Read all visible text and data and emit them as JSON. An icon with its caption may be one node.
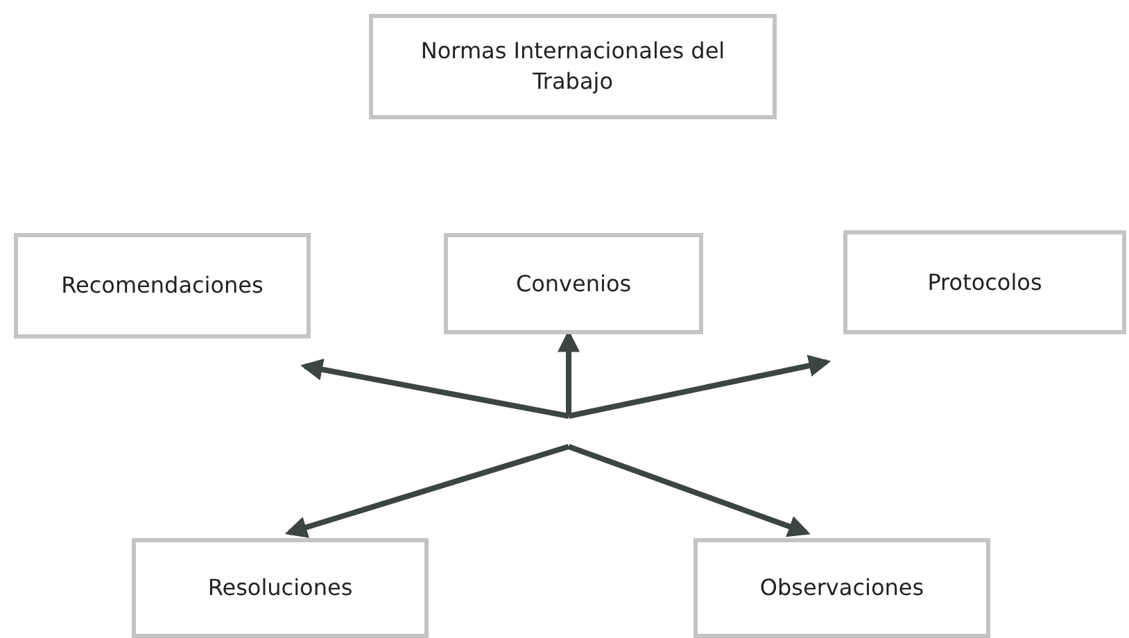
{
  "diagram": {
    "nodes": [
      {
        "text": [
          "Normas Internacionales del Trabajo"
        ]
      },
      {
        "text": [
          "Recomendaciones"
        ]
      },
      {
        "text": [
          "Convenios"
        ]
      },
      {
        "text": [
          "Protocolos"
        ]
      },
      {
        "text": [
          "Resoluciones"
        ]
      },
      {
        "text": [
          "Observaciones"
        ]
      }
    ],
    "edges": [
      {
        "from": null,
        "to": 1,
        "arrow": "to"
      },
      {
        "from": null,
        "to": 2,
        "arrow": "to"
      },
      {
        "from": null,
        "to": 3,
        "arrow": "to"
      },
      {
        "from": null,
        "to": 4,
        "arrow": "to"
      },
      {
        "from": null,
        "to": 5,
        "arrow": "to"
      }
    ]
  }
}
